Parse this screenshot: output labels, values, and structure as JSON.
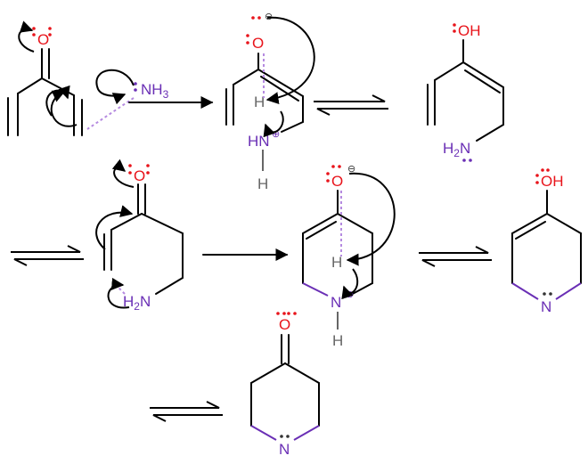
{
  "atoms": {
    "oxygen": "O",
    "oxygen_h": "OH",
    "nitrogen": "N",
    "nitrogen_h": "HN",
    "hydrogen": "H",
    "ammonia_n": "NH",
    "ammonia_sub": "3",
    "amine_h": "H",
    "amine_sub": "2",
    "amine_n": "N"
  },
  "charges": {
    "negative": "⊖",
    "positive": "⊕"
  },
  "colors": {
    "oxygen": "#e8141b",
    "nitrogen": "#6a2fb5",
    "hydrogen": "#666666",
    "bond": "#000000",
    "pi_dash": "#b58ae0"
  },
  "icons": {
    "reaction_arrow": "reaction-arrow-icon",
    "equilibrium": "equilibrium-arrows-icon",
    "curved_arrow": "curved-arrow-icon",
    "lone_pair": "lone-pair-dots-icon"
  }
}
